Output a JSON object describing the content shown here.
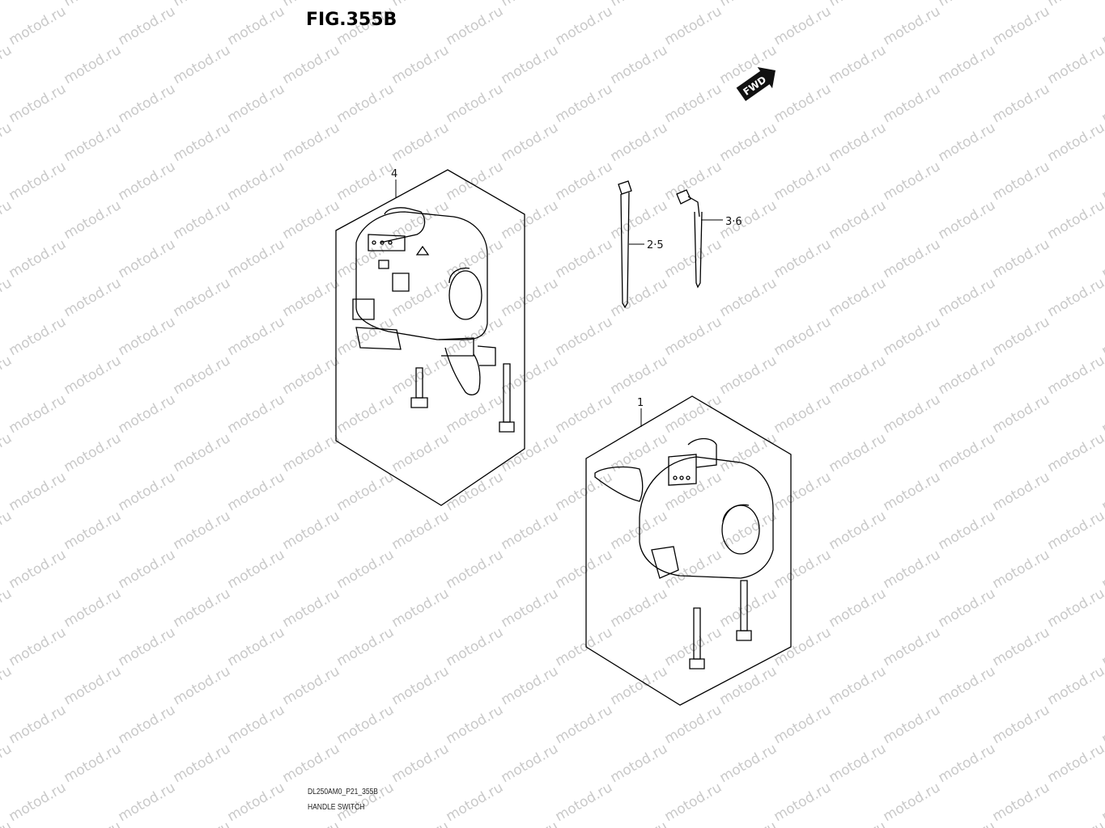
{
  "figure": {
    "title": "FIG.355B",
    "drawing_code": "DL250AM0_P21_355B",
    "name": "HANDLE SWITCH"
  },
  "fwd_badge": {
    "label": "FWD"
  },
  "watermark": {
    "text": "motod.ru"
  },
  "callouts": [
    {
      "id": "left-switch",
      "text": "4"
    },
    {
      "id": "cable-tie",
      "text": "2·5"
    },
    {
      "id": "clamp",
      "text": "3·6"
    },
    {
      "id": "right-switch",
      "text": "1"
    }
  ],
  "colors": {
    "line": "#000000",
    "watermark": "#c9c9c9",
    "background": "#ffffff"
  }
}
